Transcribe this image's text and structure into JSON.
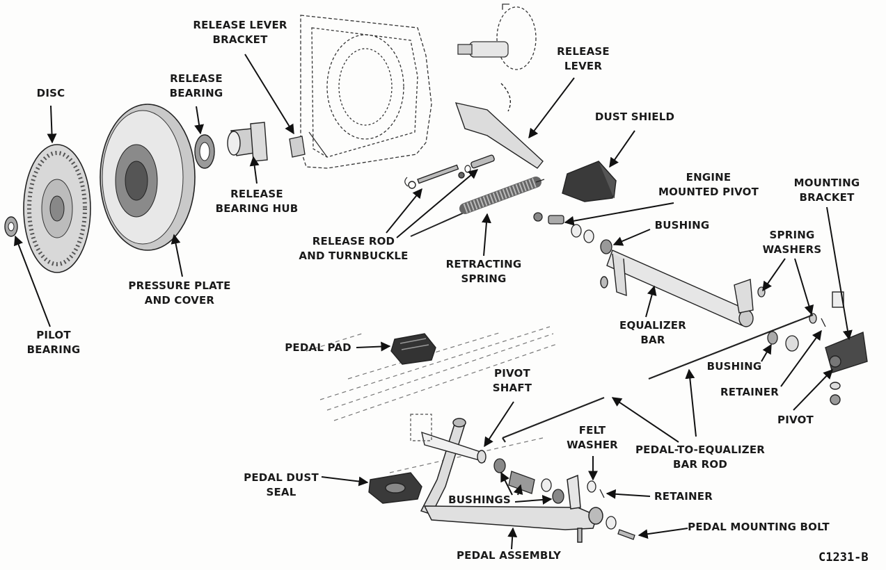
{
  "figure_code": "C1231-B",
  "labels": {
    "disc": "DISC",
    "release_bearing": [
      "RELEASE",
      "BEARING"
    ],
    "release_lever_bracket": [
      "RELEASE LEVER",
      "BRACKET"
    ],
    "release_lever": [
      "RELEASE",
      "LEVER"
    ],
    "dust_shield": "DUST SHIELD",
    "engine_mounted_pivot": [
      "ENGINE",
      "MOUNTED PIVOT"
    ],
    "mounting_bracket": [
      "MOUNTING",
      "BRACKET"
    ],
    "release_bearing_hub": [
      "RELEASE",
      "BEARING HUB"
    ],
    "bushing_top": "BUSHING",
    "spring_washers": [
      "SPRING",
      "WASHERS"
    ],
    "release_rod_turnbuckle": [
      "RELEASE ROD",
      "AND TURNBUCKLE"
    ],
    "retracting_spring": [
      "RETRACTING",
      "SPRING"
    ],
    "pressure_plate_cover": [
      "PRESSURE PLATE",
      "AND COVER"
    ],
    "pilot_bearing": [
      "PILOT",
      "BEARING"
    ],
    "equalizer_bar": [
      "EQUALIZER",
      "BAR"
    ],
    "pedal_pad": "PEDAL PAD",
    "bushing_mid": "BUSHING",
    "retainer_right": "RETAINER",
    "pivot_shaft": [
      "PIVOT",
      "SHAFT"
    ],
    "pivot": "PIVOT",
    "felt_washer": [
      "FELT",
      "WASHER"
    ],
    "pedal_to_equalizer_rod": [
      "PEDAL-TO-EQUALIZER",
      "BAR ROD"
    ],
    "pedal_dust_seal": [
      "PEDAL DUST",
      "SEAL"
    ],
    "retainer_bottom": "RETAINER",
    "bushings": "BUSHINGS",
    "pedal_mounting_bolt": "PEDAL MOUNTING BOLT",
    "pedal_assembly": "PEDAL ASSEMBLY"
  }
}
